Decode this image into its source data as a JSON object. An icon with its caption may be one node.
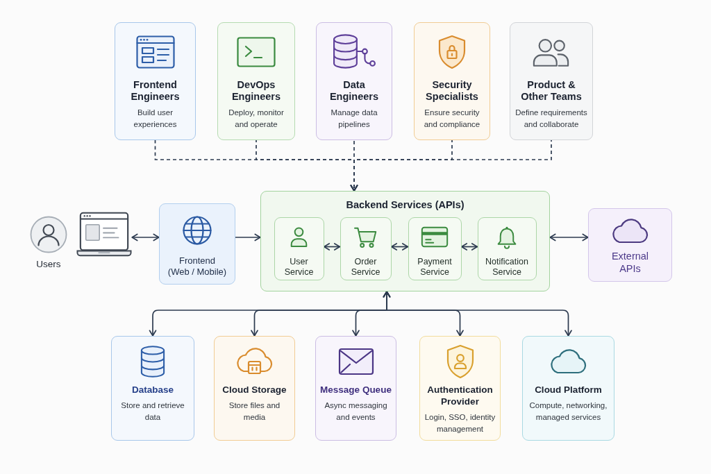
{
  "diagram": {
    "nodes": [
      {
        "text": [
          "Frontend Engineers",
          "Build user experiences"
        ]
      },
      {
        "text": [
          "DevOps Engineers",
          "Deploy, monitor and operate"
        ]
      },
      {
        "text": [
          "Data Engineers",
          "Manage data pipelines"
        ]
      },
      {
        "text": [
          "Security Specialists",
          "Ensure security and compliance"
        ]
      },
      {
        "text": [
          "Product & Other Teams",
          "Define requirements and collaborate"
        ]
      },
      {
        "text": [
          "Users"
        ]
      },
      {
        "text": [],
        "shape": "picture"
      },
      {
        "text": [
          "Frontend (Web / Mobile)"
        ]
      },
      {
        "text": [
          "Backend Services (APIs)"
        ]
      },
      {
        "text": [
          "User Service"
        ],
        "in": 8
      },
      {
        "text": [
          "Order Service"
        ],
        "in": 8
      },
      {
        "text": [
          "Payment Service"
        ],
        "in": 8
      },
      {
        "text": [
          "Notification Service"
        ],
        "in": 8
      },
      {
        "text": [
          "External APIs"
        ]
      },
      {
        "text": [
          "Database",
          "Store and retrieve data"
        ]
      },
      {
        "text": [
          "Cloud Storage",
          "Store files and media"
        ]
      },
      {
        "text": [
          "Message Queue",
          "Async messaging and events"
        ]
      },
      {
        "text": [
          "Authentication Provider",
          "Login, SSO, identity management"
        ]
      },
      {
        "text": [
          "Cloud Platform",
          "Compute, networking, managed services"
        ]
      }
    ],
    "edges": [
      {
        "from": 0,
        "to": 8,
        "arrow": "to",
        "style": "dashed"
      },
      {
        "from": 1,
        "to": 8,
        "arrow": "to",
        "style": "dashed"
      },
      {
        "from": 2,
        "to": 8,
        "arrow": "to",
        "style": "dashed"
      },
      {
        "from": 3,
        "to": 8,
        "arrow": "to",
        "style": "dashed"
      },
      {
        "from": 4,
        "to": 8,
        "arrow": "to",
        "style": "dashed"
      },
      {
        "from": 6,
        "to": 7,
        "arrow": "both"
      },
      {
        "from": 7,
        "to": 8,
        "arrow": "to"
      },
      {
        "from": 9,
        "to": 10,
        "arrow": "both"
      },
      {
        "from": 10,
        "to": 11,
        "arrow": "both"
      },
      {
        "from": 11,
        "to": 12,
        "arrow": "both"
      },
      {
        "from": 8,
        "to": 13,
        "arrow": "both"
      },
      {
        "from": 8,
        "to": 14,
        "arrow": "both"
      },
      {
        "from": 8,
        "to": 15,
        "arrow": "both"
      },
      {
        "from": 8,
        "to": 16,
        "arrow": "both"
      },
      {
        "from": 8,
        "to": 17,
        "arrow": "both"
      },
      {
        "from": 8,
        "to": 18,
        "arrow": "both"
      }
    ]
  }
}
